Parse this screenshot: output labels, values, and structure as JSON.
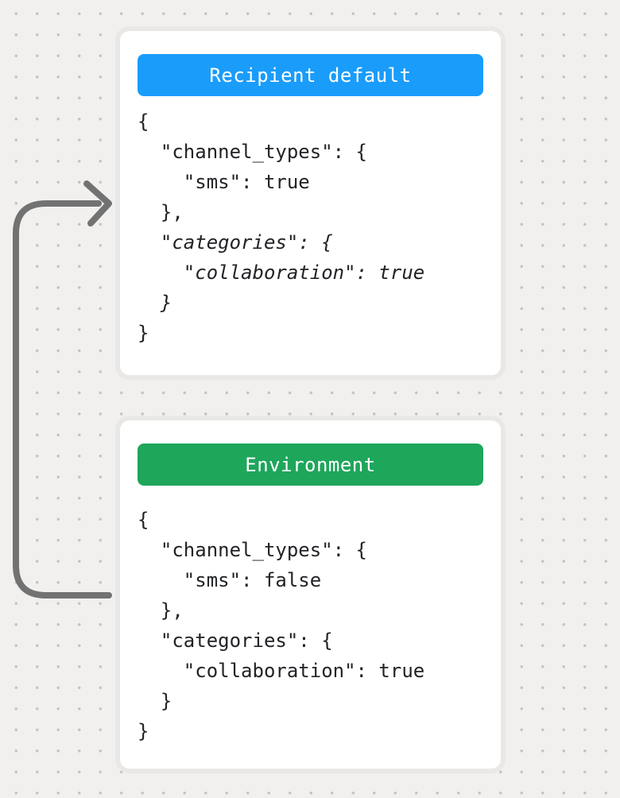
{
  "background": {
    "base_color": "#f1f0ee",
    "dot_color": "#c6c4c2"
  },
  "arrow": {
    "description": "arrow looping from Environment card up into Recipient default card",
    "color": "#727272"
  },
  "cards": [
    {
      "title": "Recipient default",
      "header_color": "#1a9cfb",
      "code_lines": [
        {
          "text": "{",
          "italic": false
        },
        {
          "text": "  \"channel_types\": {",
          "italic": false
        },
        {
          "text": "    \"sms\": true",
          "italic": false
        },
        {
          "text": "  },",
          "italic": false
        },
        {
          "text": "  \"categories\": {",
          "italic": true
        },
        {
          "text": "    \"collaboration\": true",
          "italic": true
        },
        {
          "text": "  }",
          "italic": true
        },
        {
          "text": "}",
          "italic": false
        }
      ]
    },
    {
      "title": "Environment",
      "header_color": "#1ea65b",
      "code_lines": [
        {
          "text": "{",
          "italic": false
        },
        {
          "text": "  \"channel_types\": {",
          "italic": false
        },
        {
          "text": "    \"sms\": false",
          "italic": false
        },
        {
          "text": "  },",
          "italic": false
        },
        {
          "text": "  \"categories\": {",
          "italic": false
        },
        {
          "text": "    \"collaboration\": true",
          "italic": false
        },
        {
          "text": "  }",
          "italic": false
        },
        {
          "text": "}",
          "italic": false
        }
      ]
    }
  ]
}
